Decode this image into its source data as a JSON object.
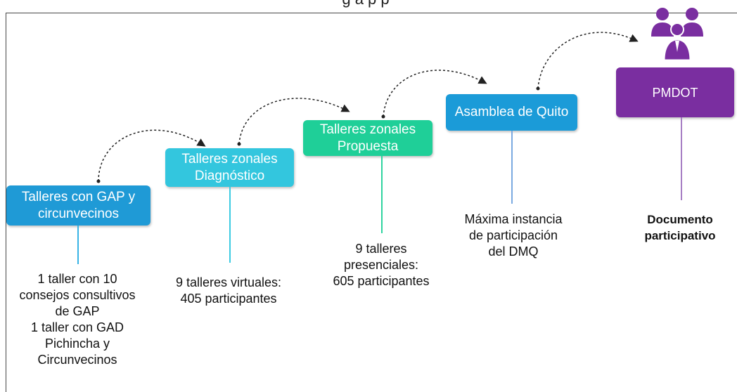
{
  "header": {
    "title_partial": "g    a             p    p"
  },
  "stages": [
    {
      "label": "Talleres con GAP  y circunvecinos",
      "color": "#1f9ad6",
      "description": [
        "1 taller con 10",
        "consejos consultivos",
        "de GAP",
        "1 taller con GAD",
        "Pichincha y",
        "Circunvecinos"
      ]
    },
    {
      "label": "Talleres zonales Diagnóstico",
      "color": "#33c6de",
      "description": [
        "9 talleres virtuales:",
        "405 participantes"
      ]
    },
    {
      "label": "Talleres zonales Propuesta",
      "color": "#1fcf98",
      "description": [
        "9 talleres",
        "presenciales:",
        "605 participantes"
      ]
    },
    {
      "label": "Asamblea de Quito",
      "color": "#1b9bd8",
      "description": [
        "Máxima instancia",
        "de participación",
        "del DMQ"
      ]
    },
    {
      "label": "PMDOT",
      "color": "#7a2ea0",
      "description": [
        "Documento",
        "participativo"
      ]
    }
  ],
  "icons": {
    "people": "people-group-icon"
  }
}
